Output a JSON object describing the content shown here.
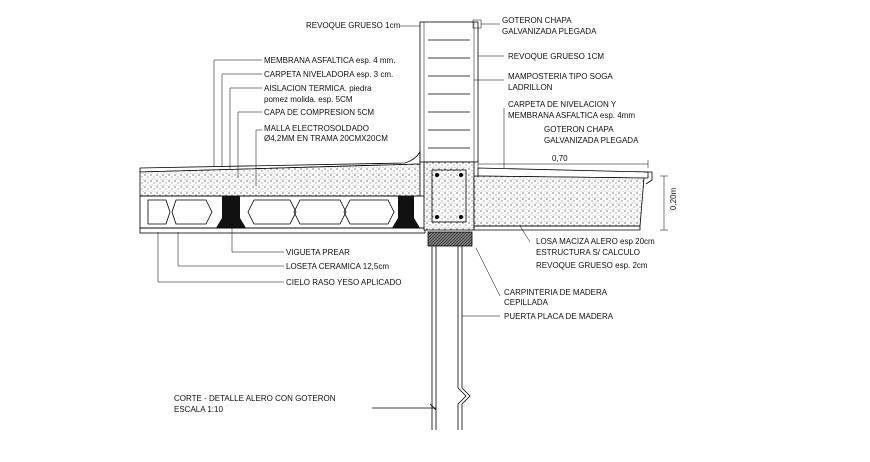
{
  "labels": {
    "revoque_grueso_top": "REVOQUE GRUESO 1cm",
    "goteron_chapa_1": "GOTERON CHAPA",
    "goteron_chapa_1b": "GALVANIZADA PLEGADA",
    "membrana": "MEMBRANA ASFALTICA esp. 4 mm.",
    "carpeta_niveladora": "CARPETA NIVELADORA esp. 3 cm.",
    "aislacion_1": "AISLACION TERMICA. piedra",
    "aislacion_2": "pomez molida. esp. 5CM",
    "capa_compresion": "CAPA DE COMPRESION 5CM",
    "malla_1": "MALLA ELECTROSOLDADO",
    "malla_2": "Ø4,2MM EN TRAMA 20CMX20CM",
    "revoque_grueso_1cm": "REVOQUE GRUESO 1CM",
    "mamposteria_1": "MAMPOSTERIA TIPO SOGA",
    "mamposteria_2": "LADRILLON",
    "carpeta_nivelacion_1": "CARPETA DE NIVELACION Y",
    "carpeta_nivelacion_2": "MEMBRANA ASFALTICA esp. 4mm",
    "goteron_chapa_2": "GOTERON CHAPA",
    "goteron_chapa_2b": "GALVANIZADA PLEGADA",
    "dim_070": "0,70",
    "dim_020": "0,20m",
    "losa_1": "LOSA MACIZA ALERO esp 20cm",
    "losa_2": "ESTRUCTURA S/ CALCULO",
    "revoque_grueso_2cm": "REVOQUE GRUESO esp. 2cm",
    "vigueta": "VIGUETA PREAR",
    "loseta": "LOSETA CERAMICA 12,5cm",
    "cielo_raso": "CIELO RASO YESO APLICADO",
    "carpinteria_1": "CARPINTERIA DE MADERA",
    "carpinteria_2": "CEPILLADA",
    "puerta": "PUERTA PLACA DE MADERA",
    "title": "CORTE - DETALLE ALERO CON GOTERON",
    "scale": "ESCALA 1:10"
  }
}
